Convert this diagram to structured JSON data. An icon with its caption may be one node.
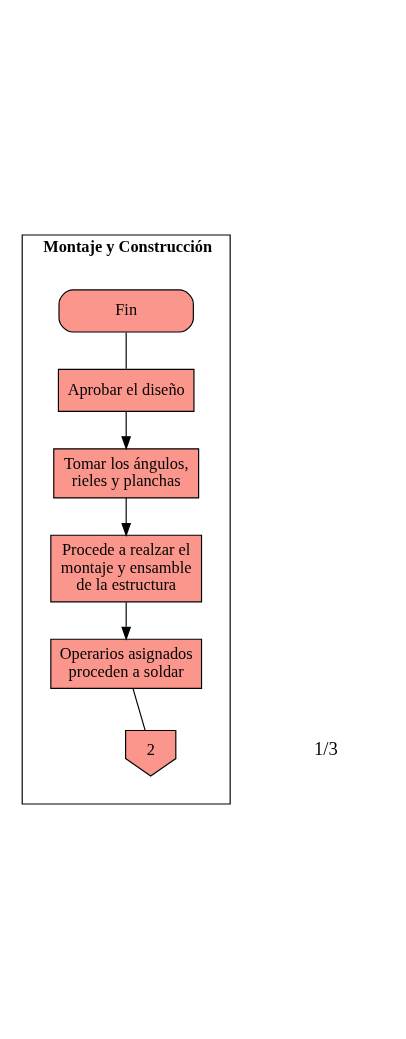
{
  "diagram": {
    "nodes": [
      {
        "text": [
          "Montaje y Construcción"
        ]
      },
      {
        "text": [
          "Fin"
        ],
        "in": 0
      },
      {
        "text": [
          "Aprobar el diseño"
        ],
        "in": 0
      },
      {
        "text": [
          "Tomar los ángulos, rieles y planchas"
        ],
        "in": 0
      },
      {
        "text": [
          "Procede a realzar el montaje y ensamble de la estructura"
        ],
        "in": 0
      },
      {
        "text": [
          "Operarios asignados proceden a soldar"
        ],
        "in": 0
      },
      {
        "text": [
          "2"
        ],
        "in": 0
      }
    ],
    "edges": [
      {
        "from": 1,
        "to": 2,
        "arrow": "none"
      },
      {
        "from": 2,
        "to": 3,
        "arrow": "to"
      },
      {
        "from": 3,
        "to": 4,
        "arrow": "to"
      },
      {
        "from": 4,
        "to": 5,
        "arrow": "to"
      },
      {
        "from": 5,
        "to": 6,
        "arrow": "none"
      }
    ],
    "labels": [
      "1/3"
    ]
  }
}
